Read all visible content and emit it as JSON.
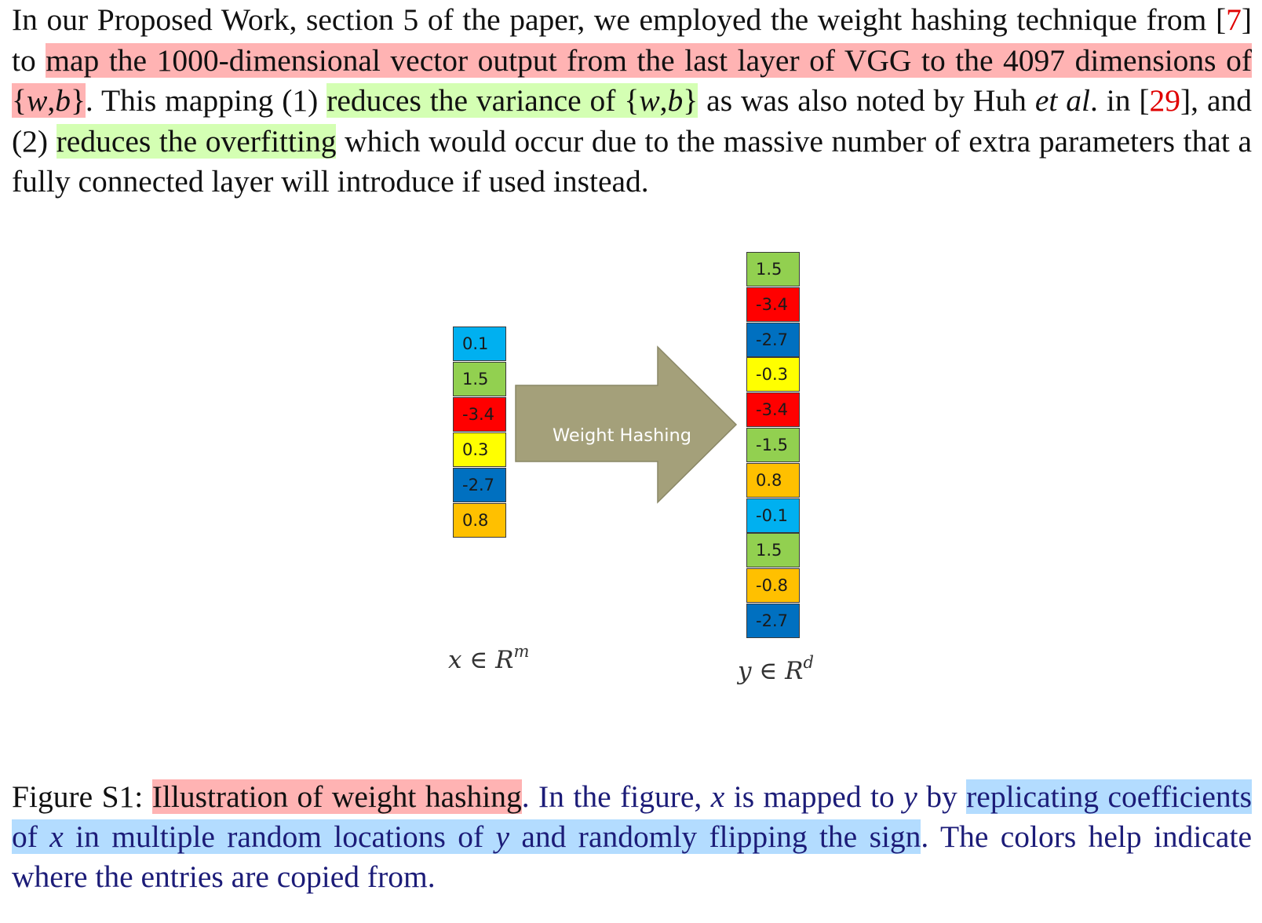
{
  "paragraph": {
    "s1": "In our Proposed Work, section 5 of the paper, we employed the weight hashing technique from [",
    "ref1": "7",
    "s2": "] to ",
    "hl1": "map the 1000-dimensional vector output from the last layer of VGG to the 4097 dimensions of {",
    "hl1_w": "w",
    "hl1_comma": ",",
    "hl1_b": "b",
    "hl1_end": "}",
    "s3": ". This mapping (1) ",
    "hl2": "reduces the variance of {",
    "hl2_w": "w",
    "hl2_comma": ",",
    "hl2_b": "b",
    "hl2_end": "}",
    "s4": " as was also noted by Huh ",
    "etal": "et al",
    "s5": ". in [",
    "ref2": "29",
    "s6": "], and (2) ",
    "hl3": "reduces the overfitting",
    "s7": " which would occur due to the massive number of extra parameters that a fully connected layer will introduce if used instead."
  },
  "figure": {
    "arrow_label": "Weight Hashing",
    "arrow_color": "#a4a07a",
    "x_vector": [
      {
        "value": "0.1",
        "color": "#00b0f0"
      },
      {
        "value": "1.5",
        "color": "#92d050"
      },
      {
        "value": "-3.4",
        "color": "#ff0000"
      },
      {
        "value": "0.3",
        "color": "#ffff00"
      },
      {
        "value": "-2.7",
        "color": "#0070c0"
      },
      {
        "value": "0.8",
        "color": "#ffc000"
      }
    ],
    "y_vector": [
      {
        "value": "1.5",
        "color": "#92d050"
      },
      {
        "value": "-3.4",
        "color": "#ff0000"
      },
      {
        "value": "-2.7",
        "color": "#0070c0"
      },
      {
        "value": "-0.3",
        "color": "#ffff00"
      },
      {
        "value": "-3.4",
        "color": "#ff0000"
      },
      {
        "value": "-1.5",
        "color": "#92d050"
      },
      {
        "value": "0.8",
        "color": "#ffc000"
      },
      {
        "value": "-0.1",
        "color": "#00b0f0"
      },
      {
        "value": "1.5",
        "color": "#92d050"
      },
      {
        "value": "-0.8",
        "color": "#ffc000"
      },
      {
        "value": "-2.7",
        "color": "#0070c0"
      }
    ],
    "x_label": {
      "base": "x ∈ R",
      "sup": "m"
    },
    "y_label": {
      "base": "y ∈ R",
      "sup": "d"
    }
  },
  "caption": {
    "c1": "Figure S1: ",
    "hl1": "Illustration of weight hashing",
    "c2": ". In the figure, ",
    "x1": "x",
    "c3": " is mapped to ",
    "y1": "y",
    "c4": " by ",
    "hl2a": "replicating coefficients of ",
    "x2": "x",
    "hl2b": " in multiple random locations of ",
    "y2": "y",
    "hl2c": " and randomly flipping the sign",
    "c5": ". The colors help indicate where the entries are copied from."
  }
}
